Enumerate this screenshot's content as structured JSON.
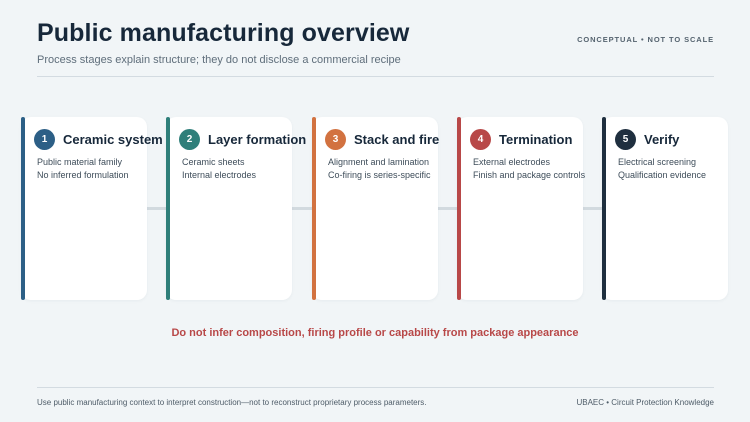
{
  "header": {
    "title": "Public manufacturing overview",
    "subtitle": "Process stages explain structure; they do not disclose a commercial recipe",
    "tag": "CONCEPTUAL • NOT TO SCALE"
  },
  "stages": [
    {
      "number": "1",
      "name": "Ceramic system",
      "lines": [
        "Public material family",
        "No inferred formulation"
      ],
      "color": "#2c5f86"
    },
    {
      "number": "2",
      "name": "Layer formation",
      "lines": [
        "Ceramic sheets",
        "Internal electrodes"
      ],
      "color": "#2f7f7a"
    },
    {
      "number": "3",
      "name": "Stack and fire",
      "lines": [
        "Alignment and lamination",
        "Co-firing is series-specific"
      ],
      "color": "#d27240"
    },
    {
      "number": "4",
      "name": "Termination",
      "lines": [
        "External electrodes",
        "Finish and package controls"
      ],
      "color": "#b84848"
    },
    {
      "number": "5",
      "name": "Verify",
      "lines": [
        "Electrical screening",
        "Qualification evidence"
      ],
      "color": "#1f2f3f"
    }
  ],
  "warning": "Do not infer composition, firing profile or capability from package appearance",
  "footer": {
    "left": "Use public manufacturing context to interpret construction—not to reconstruct proprietary process parameters.",
    "right": "UBAEC • Circuit Protection Knowledge"
  }
}
